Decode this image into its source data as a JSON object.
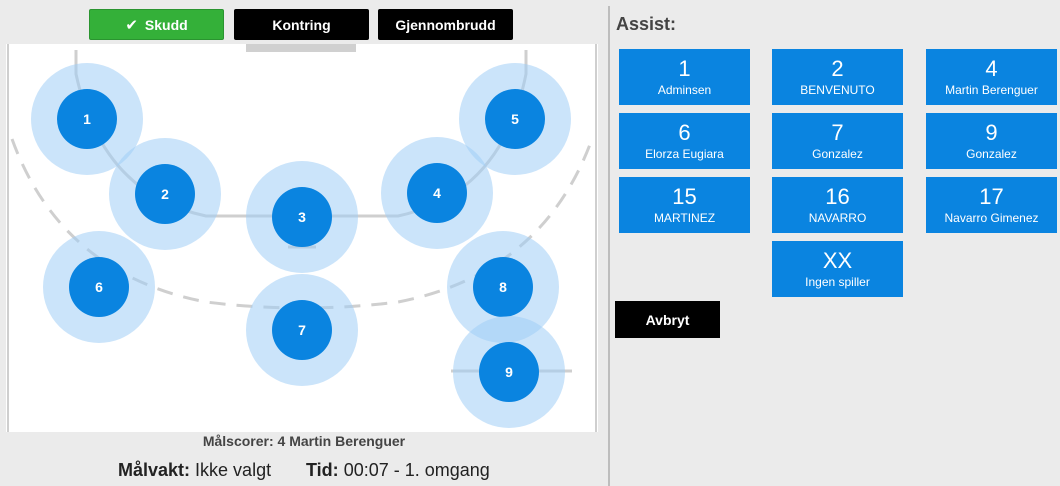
{
  "top_buttons": {
    "skudd": "Skudd",
    "kontring": "Kontring",
    "gjennombrudd": "Gjennombrudd"
  },
  "positions": [
    "1",
    "2",
    "3",
    "4",
    "5",
    "6",
    "7",
    "8",
    "9"
  ],
  "info": {
    "scorer": "Målscorer: 4 Martin Berenguer",
    "keeper_label": "Målvakt:",
    "keeper_value": "Ikke valgt",
    "time_label": "Tid:",
    "time_value": "00:07 - 1. omgang"
  },
  "assist": {
    "title": "Assist:",
    "players": [
      {
        "number": "1",
        "name": "Adminsen"
      },
      {
        "number": "2",
        "name": "BENVENUTO"
      },
      {
        "number": "4",
        "name": "Martin Berenguer"
      },
      {
        "number": "6",
        "name": "Elorza Eugiara"
      },
      {
        "number": "7",
        "name": "Gonzalez"
      },
      {
        "number": "9",
        "name": "Gonzalez"
      },
      {
        "number": "15",
        "name": "MARTINEZ"
      },
      {
        "number": "16",
        "name": "NAVARRO"
      },
      {
        "number": "17",
        "name": "Navarro Gimenez"
      },
      {
        "number": "XX",
        "name": "Ingen spiller"
      }
    ],
    "cancel": "Avbryt"
  },
  "colors": {
    "accent_blue": "#0a84e0",
    "shot_green": "#34b039",
    "dark": "#000000"
  },
  "icons": {
    "shot_selected": "check-icon"
  }
}
